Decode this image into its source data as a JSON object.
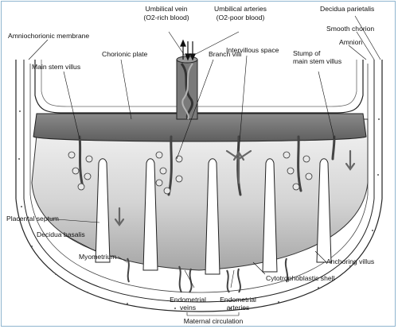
{
  "colors": {
    "frame": "#8fb5cf",
    "plate": "#6f6f6f",
    "space_light": "#f2f2f2",
    "space_dark": "#a9a9a9",
    "vessel": "#5a5a5a",
    "line": "#222222"
  },
  "labels": {
    "umbilical_vein": "Umbilical vein",
    "umbilical_vein_sub": "(O2-rich blood)",
    "umbilical_arteries": "Umbilical arteries",
    "umbilical_arteries_sub": "(O2-poor blood)",
    "decidua_parietalis": "Decidua parietalis",
    "smooth_chorion": "Smooth chorion",
    "amnion": "Amnion",
    "amniochorionic_membrane": "Amniochorionic membrane",
    "main_stem_villus": "Main stem villus",
    "chorionic_plate": "Chorionic plate",
    "branch_villi": "Branch villi",
    "intervillous_space": "Intervillous space",
    "stump_main_stem_villus_1": "Stump of",
    "stump_main_stem_villus_2": "main stem villus",
    "placental_septum": "Placental septum",
    "decidua_basalis": "Decidua basalis",
    "myometrium": "Myometrium",
    "anchoring_villus": "Anchoring villus",
    "cytotrophoblastic_shell": "Cytotrophoblastic shell",
    "endometrial_veins_1": "Endometrial",
    "endometrial_veins_2": "veins",
    "endometrial_arteries_1": "Endometrial",
    "endometrial_arteries_2": "arteries",
    "maternal_circulation": "Maternal circulation"
  }
}
